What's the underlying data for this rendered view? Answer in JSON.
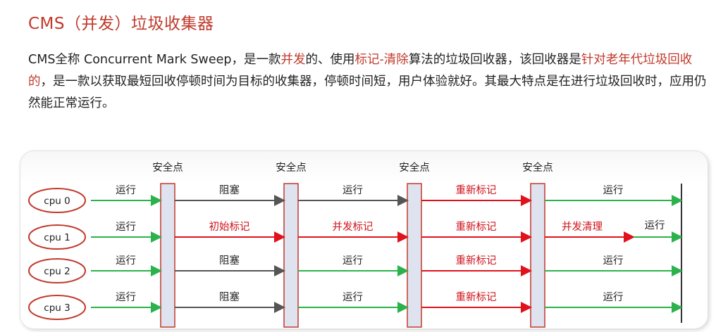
{
  "title": "CMS（并发）垃圾收集器",
  "description": [
    {
      "text": "CMS全称 Concurrent Mark Sweep，是一款",
      "hl": false
    },
    {
      "text": "并发",
      "hl": true
    },
    {
      "text": "的、使用",
      "hl": false
    },
    {
      "text": "标记-清除",
      "hl": true
    },
    {
      "text": "算法的垃圾回收器，该回收器是",
      "hl": false
    },
    {
      "text": "针对老年代垃圾回收的",
      "hl": true
    },
    {
      "text": "，是一款以获取最短回收停顿时间为目标的收集器，停顿时间短，用户体验就好。其最大特点是在进行垃圾回收时，应用仍然能正常运行。",
      "hl": false
    }
  ],
  "diagram": {
    "safepoint_label": "安全点",
    "cpus": [
      "cpu 0",
      "cpu 1",
      "cpu 2",
      "cpu 3"
    ],
    "colors": {
      "run": "#2bb24c",
      "block": "#555555",
      "gc": "#e0121b",
      "ellipse": "#c0392b",
      "safepoint_fill": "#dfe3f0",
      "safepoint_stroke": "#c0392b"
    },
    "rows": [
      {
        "cpu": "cpu 0",
        "segments": [
          {
            "label": "运行",
            "kind": "run"
          },
          {
            "label": "阻塞",
            "kind": "block"
          },
          {
            "label": "运行",
            "kind": "block"
          },
          {
            "label": "重新标记",
            "kind": "gc"
          },
          {
            "label": "运行",
            "kind": "run"
          }
        ]
      },
      {
        "cpu": "cpu 1",
        "segments": [
          {
            "label": "运行",
            "kind": "run"
          },
          {
            "label": "初始标记",
            "kind": "gc"
          },
          {
            "label": "并发标记",
            "kind": "gc"
          },
          {
            "label": "重新标记",
            "kind": "gc"
          },
          {
            "label": "并发清理",
            "kind": "gc",
            "extra": "运行"
          }
        ]
      },
      {
        "cpu": "cpu 2",
        "segments": [
          {
            "label": "运行",
            "kind": "run"
          },
          {
            "label": "阻塞",
            "kind": "block"
          },
          {
            "label": "运行",
            "kind": "run"
          },
          {
            "label": "重新标记",
            "kind": "gc"
          },
          {
            "label": "运行",
            "kind": "run"
          }
        ]
      },
      {
        "cpu": "cpu 3",
        "segments": [
          {
            "label": "运行",
            "kind": "run"
          },
          {
            "label": "阻塞",
            "kind": "block"
          },
          {
            "label": "运行",
            "kind": "run"
          },
          {
            "label": "重新标记",
            "kind": "gc"
          },
          {
            "label": "运行",
            "kind": "run"
          }
        ]
      }
    ]
  }
}
